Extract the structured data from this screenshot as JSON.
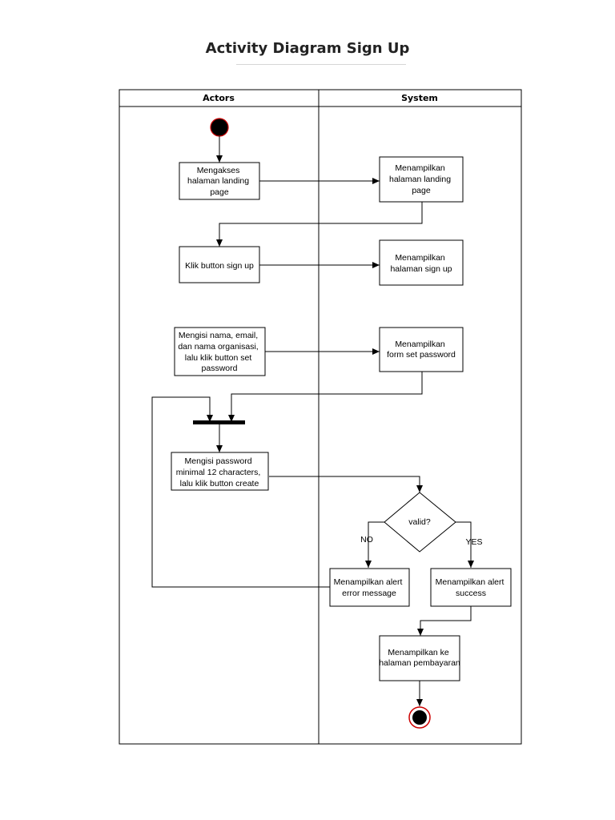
{
  "title": "Activity Diagram Sign Up",
  "lanes": {
    "actors": "Actors",
    "system": "System"
  },
  "nodes": {
    "a1": [
      "Mengakses",
      "halaman landing",
      "page"
    ],
    "a2": [
      "Klik button sign up"
    ],
    "a3": [
      "Mengisi nama, email,",
      "dan nama organisasi,",
      "lalu klik button set",
      "password"
    ],
    "a4": [
      "Mengisi password",
      "minimal 12 characters,",
      "lalu klik button create"
    ],
    "s1": [
      "Menampilkan",
      "halaman landing",
      "page"
    ],
    "s2": [
      "Menampilkan",
      "halaman sign up"
    ],
    "s3": [
      "Menampilkan",
      "form set password"
    ],
    "decision": [
      "valid?"
    ],
    "s4": [
      "Menampilkan alert",
      "error message"
    ],
    "s5": [
      "Menampilkan alert",
      "success"
    ],
    "s6": [
      "Menampilkan ke",
      "halaman pembayaran"
    ]
  },
  "edge_labels": {
    "no": "NO",
    "yes": "YES"
  },
  "colors": {
    "line": "#000000",
    "start_fill": "#000000",
    "end_ring": "#cc0000"
  }
}
